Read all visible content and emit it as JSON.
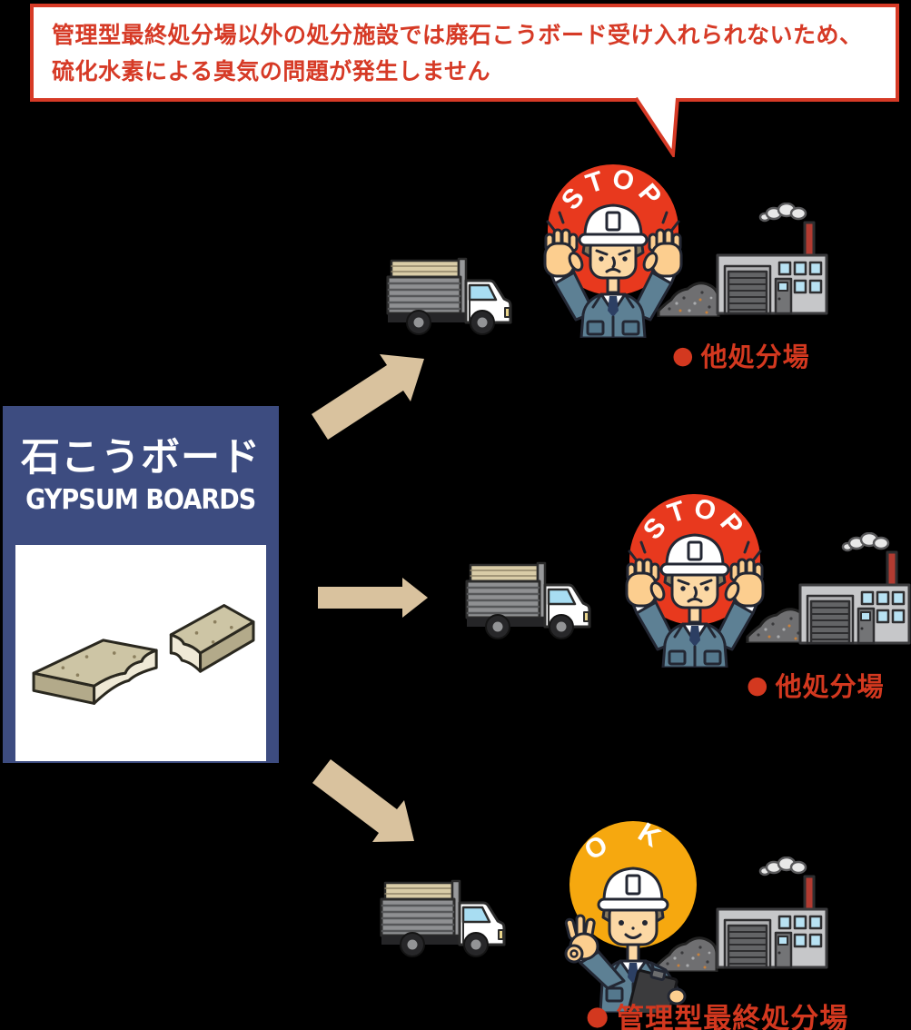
{
  "speech_bubble": {
    "line1": "管理型最終処分場以外の処分施設では廃石こうボード受け入れられないため、",
    "line2": "硫化水素による臭気の問題が発生しません"
  },
  "source_box": {
    "title_ja": "石こうボード",
    "title_en": "GYPSUM BOARDS"
  },
  "rows": [
    {
      "badge": "STOP",
      "bullet": "●",
      "label": "他処分場"
    },
    {
      "badge": "STOP",
      "bullet": "●",
      "label": "他処分場"
    },
    {
      "badge": "OK",
      "bullet": "●",
      "label": "管理型最終処分場"
    }
  ],
  "colors": {
    "accent_red": "#d63a26",
    "label_red": "#d3381f",
    "stop_circle_red": "#e8391e",
    "ok_circle_yellow": "#f6a80f",
    "box_blue": "#3d4c80",
    "arrow_beige": "#d9c29e"
  }
}
